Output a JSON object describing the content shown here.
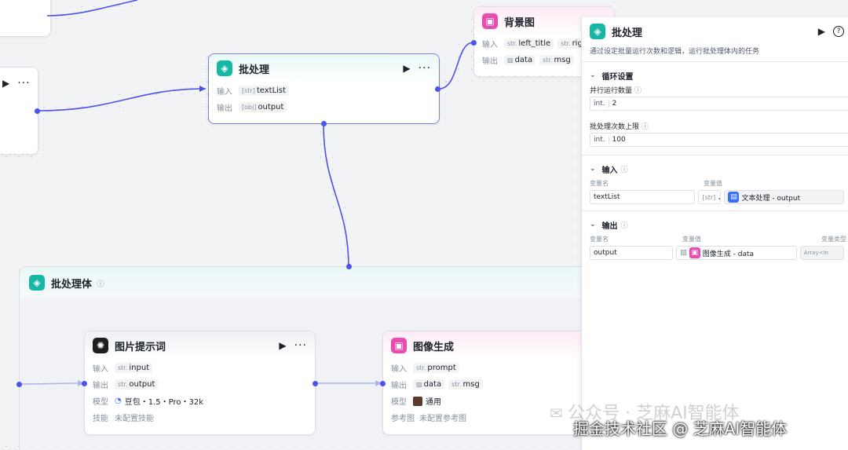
{
  "nodes": {
    "batch": {
      "title": "批处理",
      "input_label": "输入",
      "input_chip": "textList",
      "input_type": "[str]",
      "output_label": "输出",
      "output_chip": "output",
      "output_type": "[obj]"
    },
    "background": {
      "title": "背景图",
      "input_label": "输入",
      "input_chip_1": "left_title",
      "input_chip_2": "righ",
      "output_label": "输出",
      "output_chip_1": "data",
      "output_chip_2": "msg"
    },
    "batch_body": {
      "title": "批处理体"
    },
    "image_prompt": {
      "title": "图片提示词",
      "input_label": "输入",
      "input_chip": "input",
      "output_label": "输出",
      "output_chip": "output",
      "model_label": "模型",
      "model_value": "豆包・1.5・Pro・32k",
      "skill_label": "技能",
      "skill_value": "未配置技能"
    },
    "image_gen": {
      "title": "图像生成",
      "input_label": "输入",
      "input_chip": "prompt",
      "output_label": "输出",
      "output_chip_1": "data",
      "output_chip_2": "msg",
      "model_label": "模型",
      "model_value": "通用",
      "ref_label": "参考图",
      "ref_value": "未配置参考图"
    }
  },
  "type_tags": {
    "str": "str.",
    "int": "int."
  },
  "panel": {
    "title": "批处理",
    "description": "通过设定批量运行次数和逻辑，运行批处理体内的任务",
    "loop_section": "循环设置",
    "parallel_label": "并行运行数量",
    "parallel_value": "2",
    "max_label": "批处理次数上限",
    "max_value": "100",
    "input_section": "输入",
    "var_name_label": "变量名",
    "var_value_label": "变量值",
    "input_var_name": "textList",
    "input_var_value": "文本处理 - output",
    "output_section": "输出",
    "output_var_name_label": "变量名",
    "output_var_value_label": "变量值",
    "output_var_type_label": "变量类型",
    "output_var_name": "output",
    "output_var_value": "图像生成 - data",
    "output_var_type": "Array<In"
  },
  "watermark": {
    "line1": "公众号 · 芝麻AI智能体",
    "line2": "掘金技术社区 @ 芝麻AI智能体"
  },
  "colors": {
    "accent": "#4d53e8",
    "teal_icon": "#16b8a4",
    "pink_icon": "#e94bb0"
  }
}
